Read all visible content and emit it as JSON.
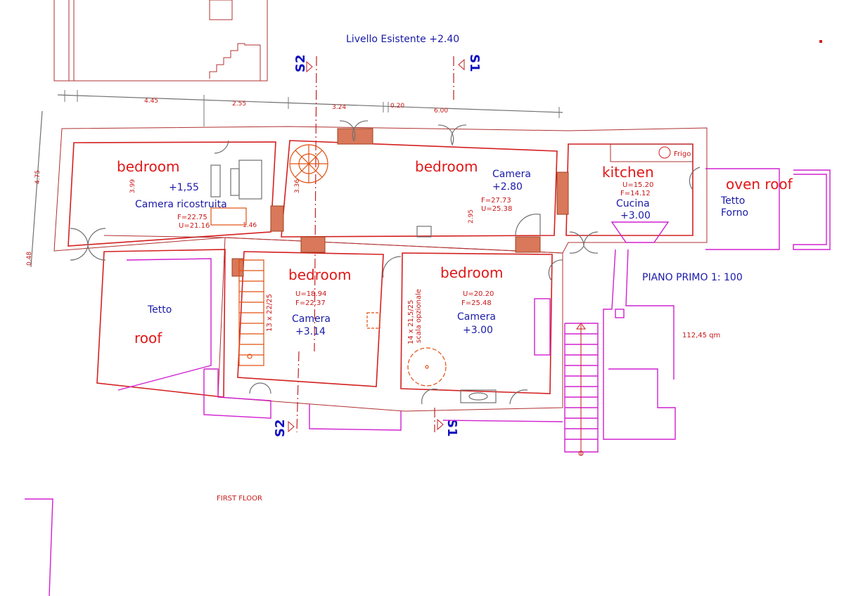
{
  "drawing": {
    "level_label": "Livello Esistente +2.40",
    "plan_title": "PIANO PRIMO 1: 100",
    "caption": "FIRST FLOOR",
    "area_note": "112,45 qm",
    "section_marks": [
      "S2",
      "S1",
      "S2",
      "S1"
    ],
    "dimensions_top": [
      "4.45",
      "2.55",
      "3.24",
      "0.20",
      "6.00"
    ],
    "dimensions_other": [
      "4.75",
      "0.48",
      "3.99",
      "3.36",
      "1.46",
      "2.95"
    ],
    "stair_notes": [
      "13 x 22/25",
      "14 x 21,5/25",
      "scala opzionale"
    ],
    "fridge_label": "Frigo"
  },
  "rooms": [
    {
      "en": "bedroom",
      "it": "Camera ricostruita",
      "level": "+1,55",
      "f": "F=22.75",
      "u": "U=21.16"
    },
    {
      "en": "bedroom",
      "it": "Camera",
      "level": "+2.80",
      "f": "F=27.73",
      "u": "U=25.38"
    },
    {
      "en": "kitchen",
      "it": "Cucina",
      "level": "+3.00",
      "f": "F=14.12",
      "u": "U=15.20"
    },
    {
      "en": "oven roof",
      "it_line1": "Tetto",
      "it_line2": "Forno"
    },
    {
      "en": "bedroom",
      "it": "Camera",
      "level": "+3.14",
      "f": "F=22.37",
      "u": "U=18.94"
    },
    {
      "en": "bedroom",
      "it": "Camera",
      "level": "+3.00",
      "f": "F=25.48",
      "u": "U=20.20"
    },
    {
      "en": "roof",
      "it": "Tetto"
    }
  ]
}
